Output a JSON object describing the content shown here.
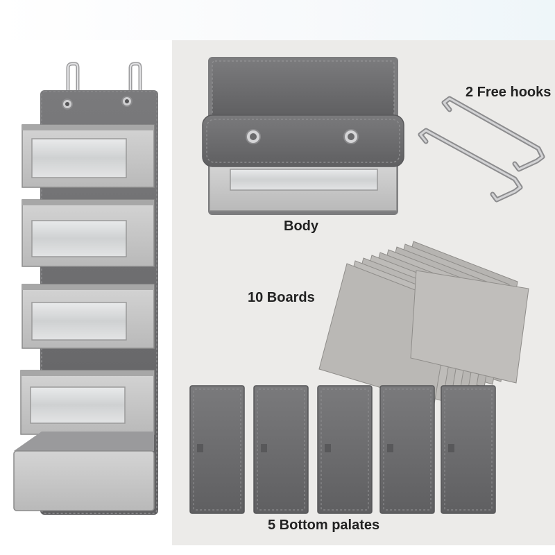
{
  "labels": {
    "hooks": "2 Free hooks",
    "body": "Body",
    "boards": "10 Boards",
    "bottom_palates": "5 Bottom palates"
  },
  "colors": {
    "panel": "#ecebe9",
    "fabric_dark": "#6d6d6f",
    "fabric_light": "#c6c6c6",
    "board": "#b9b7b4",
    "metal": "#a9a9ab"
  }
}
